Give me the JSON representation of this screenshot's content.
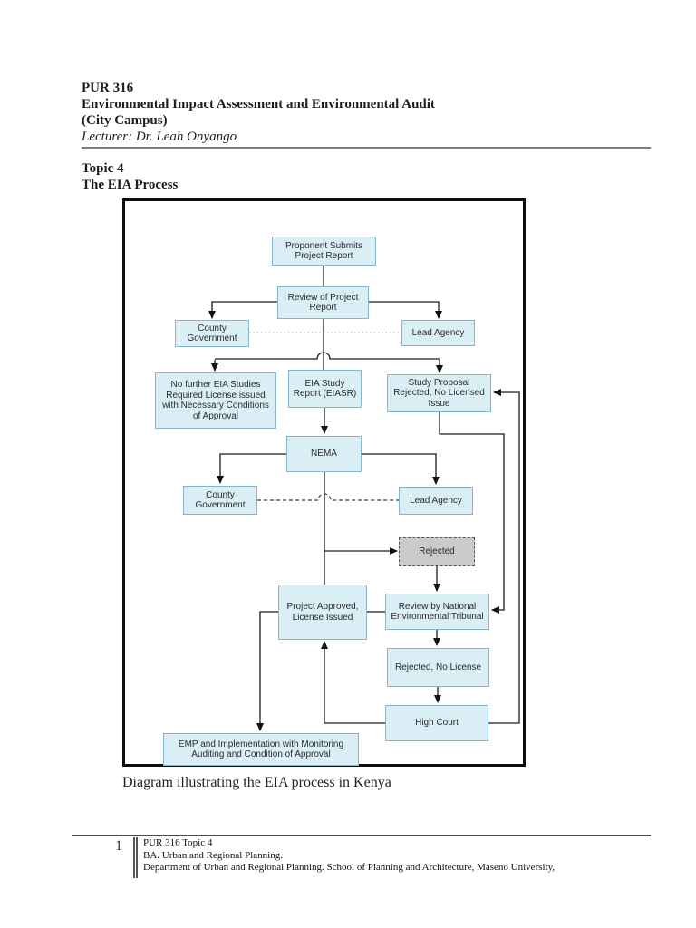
{
  "header": {
    "course_code": "PUR 316",
    "course_title": "Environmental Impact Assessment and Environmental Audit",
    "campus": "(City Campus)",
    "lecturer": "Lecturer: Dr. Leah Onyango",
    "topic_number": "Topic 4",
    "topic_title": "The EIA Process"
  },
  "diagram": {
    "caption": "Diagram illustrating the EIA process in Kenya",
    "nodes": {
      "proponent": {
        "label": "Proponent Submits Project Report"
      },
      "review": {
        "label": "Review of Project Report"
      },
      "county_gov_1": {
        "label": "County Government"
      },
      "lead_agency_1": {
        "label": "Lead Agency"
      },
      "no_further": {
        "label": "No further EIA Studies Required License issued with Necessary Conditions of Approval"
      },
      "eia_study": {
        "label": "EIA Study Report (EIASR)"
      },
      "study_proposal": {
        "label": "Study Proposal Rejected, No Licensed Issue"
      },
      "nema": {
        "label": "NEMA"
      },
      "county_gov_2": {
        "label": "County Government"
      },
      "lead_agency_2": {
        "label": "Lead Agency"
      },
      "rejected": {
        "label": "Rejected"
      },
      "project_approved": {
        "label": "Project Approved, License Issued"
      },
      "tribunal": {
        "label": "Review by National Environmental Tribunal"
      },
      "rejected_no_license": {
        "label": "Rejected, No License"
      },
      "high_court": {
        "label": "High Court"
      },
      "emp": {
        "label": "EMP and Implementation with Monitoring Auditing and Condition of Approval"
      }
    }
  },
  "footer": {
    "page_number": "1",
    "line1": "PUR 316  Topic 4",
    "line2": "BA. Urban and Regional Planning.",
    "line3": "Department of Urban and Regional Planning. School of Planning and Architecture, Maseno University,"
  },
  "colors": {
    "node_fill": "#daeef6",
    "node_border": "#84b7cc",
    "rejected_fill": "#cbcbcb",
    "line": "#1a1a1a"
  }
}
